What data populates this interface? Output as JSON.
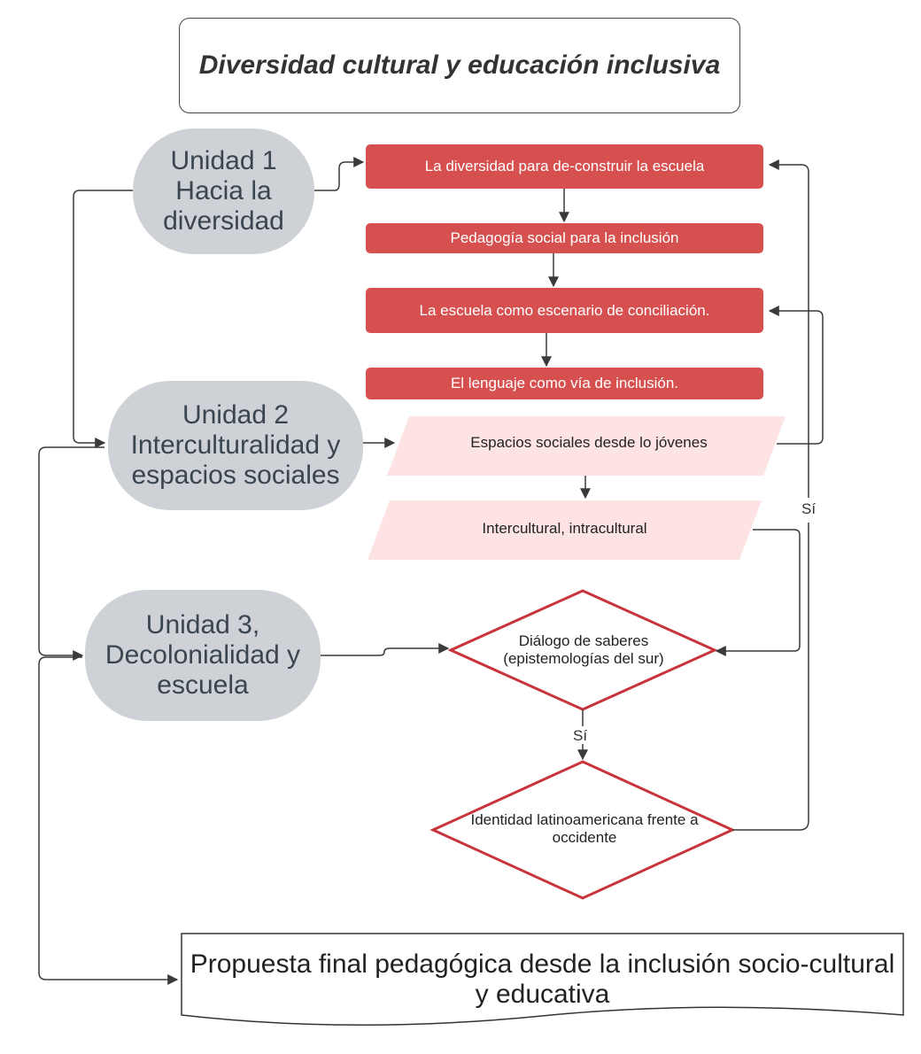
{
  "title": "Diversidad cultural y educación inclusiva",
  "units": {
    "u1": "Unidad 1 Hacia la diversidad",
    "u2": "Unidad 2 Interculturalidad y espacios sociales",
    "u3": "Unidad 3, Decolonialidad y escuela"
  },
  "steps": {
    "s1": "La diversidad para de-construir la escuela",
    "s2": "Pedagogía social para la inclusión",
    "s3": "La escuela como escenario de conciliación.",
    "s4": "El lenguaje como vía de inclusión.",
    "s5": "Espacios sociales desde lo jóvenes",
    "s6": "Intercultural, intracultural"
  },
  "decisions": {
    "d1": "Diálogo de saberes (epistemologías del sur)",
    "d2": "Identidad latinoamericana frente a occidente"
  },
  "edge_labels": {
    "yes_down": "Sí",
    "yes_right": "Sí"
  },
  "final": "Propuesta final pedagógica desde la inclusión socio-cultural y educativa",
  "colors": {
    "unit_fill": "#ced1d6",
    "red_fill": "#d75050",
    "pink_fill": "#fde3e3",
    "diamond_stroke": "#c9343c",
    "line": "#3a3a3a"
  }
}
